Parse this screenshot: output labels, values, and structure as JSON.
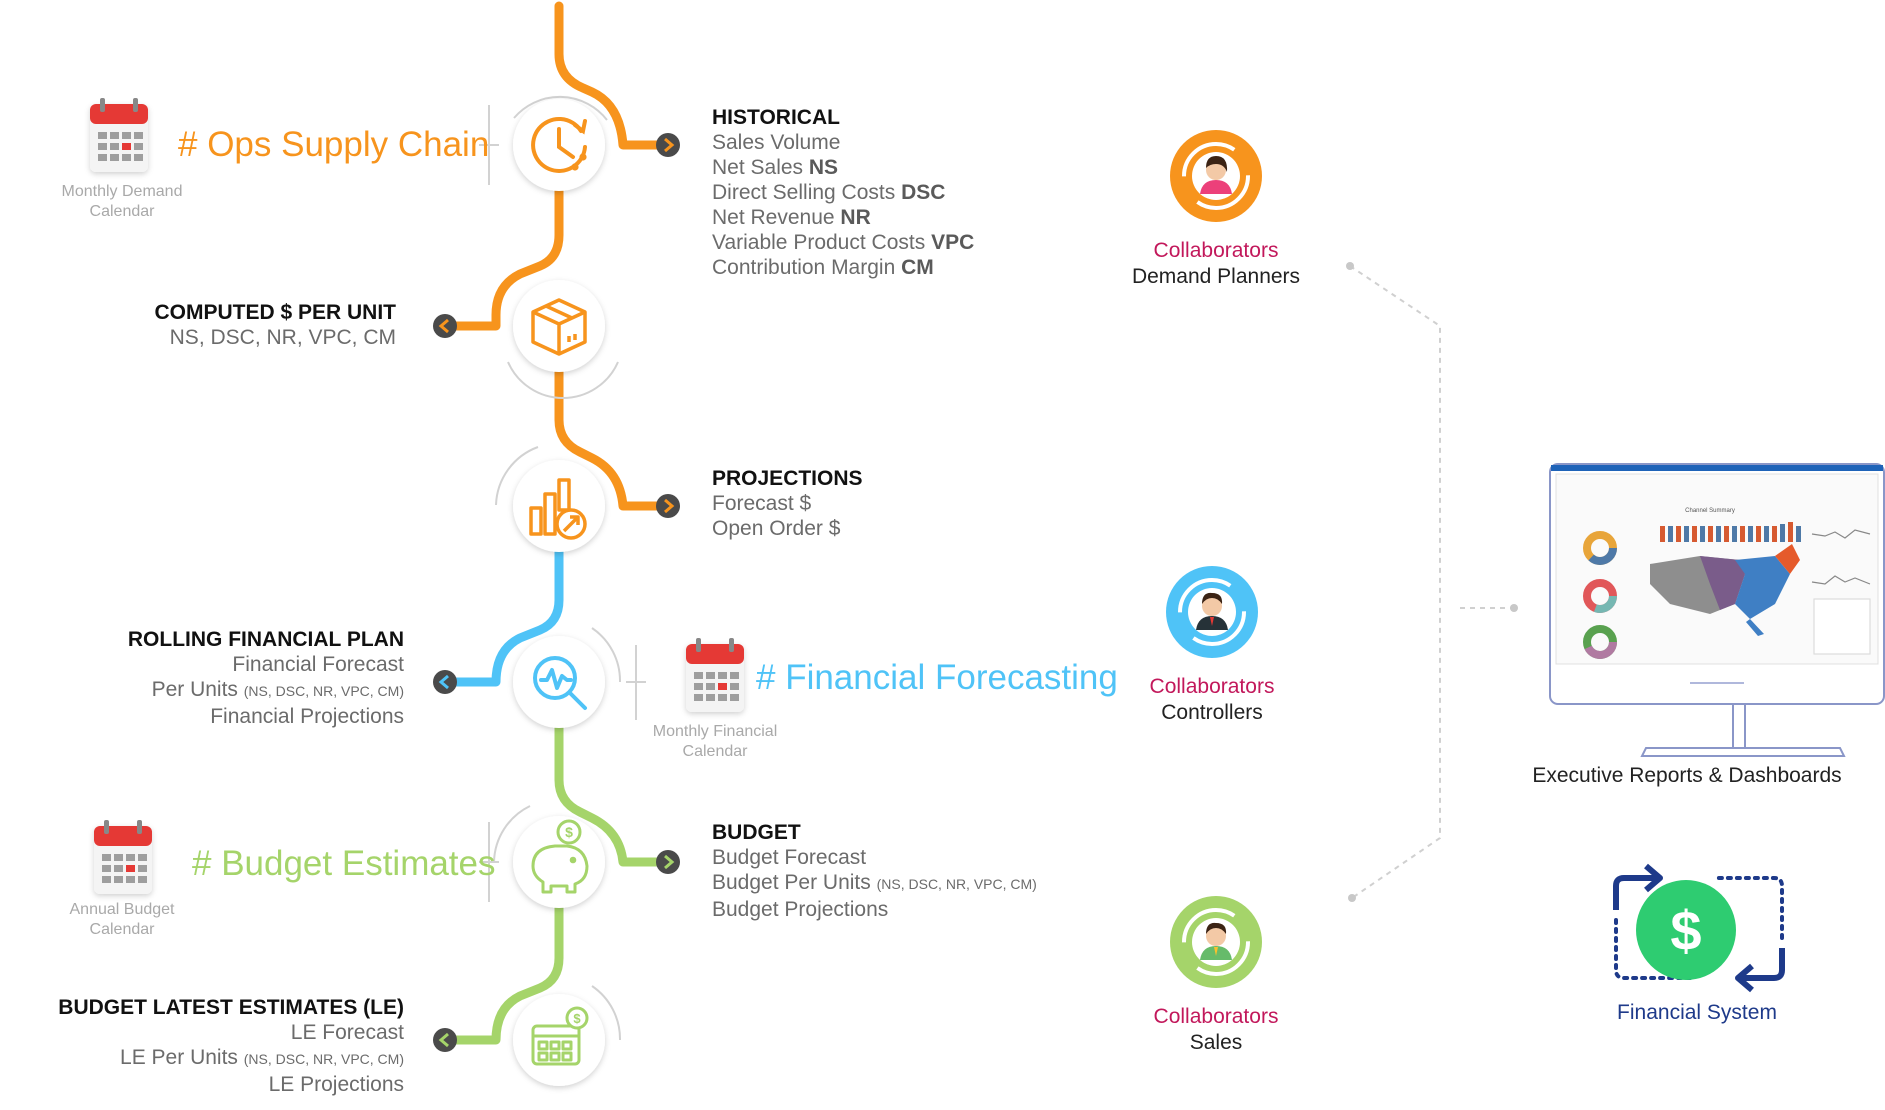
{
  "phases": {
    "ops": {
      "hash": "# Ops Supply Chain",
      "cal_line1": "Monthly Demand",
      "cal_line2": "Calendar",
      "color": "#f7941d"
    },
    "fin": {
      "hash": "# Financial Forecasting",
      "cal_line1": "Monthly Financial",
      "cal_line2": "Calendar",
      "color": "#4fc3f7"
    },
    "bud": {
      "hash": "# Budget Estimates",
      "cal_line1": "Annual Budget",
      "cal_line2": "Calendar",
      "color": "#a5d46a"
    }
  },
  "steps": {
    "historical": {
      "title": "HISTORICAL",
      "lines": [
        {
          "text": "Sales Volume",
          "code": ""
        },
        {
          "text": "Net Sales",
          "code": "NS"
        },
        {
          "text": "Direct Selling Costs",
          "code": "DSC"
        },
        {
          "text": "Net Revenue",
          "code": "NR"
        },
        {
          "text": "Variable Product Costs",
          "code": "VPC"
        },
        {
          "text": "Contribution Margin",
          "code": "CM"
        }
      ]
    },
    "computed": {
      "title": "COMPUTED $ PER UNIT",
      "line1": "NS, DSC, NR, VPC, CM"
    },
    "projections": {
      "title": "PROJECTIONS",
      "line1": "Forecast  $",
      "line2": "Open Order $"
    },
    "rolling": {
      "title": "ROLLING FINANCIAL PLAN",
      "line1": "Financial Forecast",
      "line2": "Per Units",
      "line2_small": "(NS, DSC, NR, VPC, CM)",
      "line3": "Financial Projections"
    },
    "budget": {
      "title": "BUDGET",
      "line1": "Budget Forecast",
      "line2": "Budget Per Units",
      "line2_small": "(NS, DSC, NR, VPC, CM)",
      "line3": "Budget Projections"
    },
    "le": {
      "title": "BUDGET LATEST ESTIMATES (LE)",
      "line1": "LE Forecast",
      "line2": "LE Per Units",
      "line2_small": "(NS, DSC, NR, VPC, CM)",
      "line3": "LE Projections"
    }
  },
  "collaborators": [
    {
      "role": "Collaborators",
      "name": "Demand Planners",
      "color": "#f7941d"
    },
    {
      "role": "Collaborators",
      "name": "Controllers",
      "color": "#4fc3f7"
    },
    {
      "role": "Collaborators",
      "name": "Sales",
      "color": "#a5d46a"
    }
  ],
  "outputs": {
    "dashboard_label": "Executive Reports & Dashboards",
    "financial_label": "Financial System",
    "dashboard_title": "Channel Summary"
  }
}
